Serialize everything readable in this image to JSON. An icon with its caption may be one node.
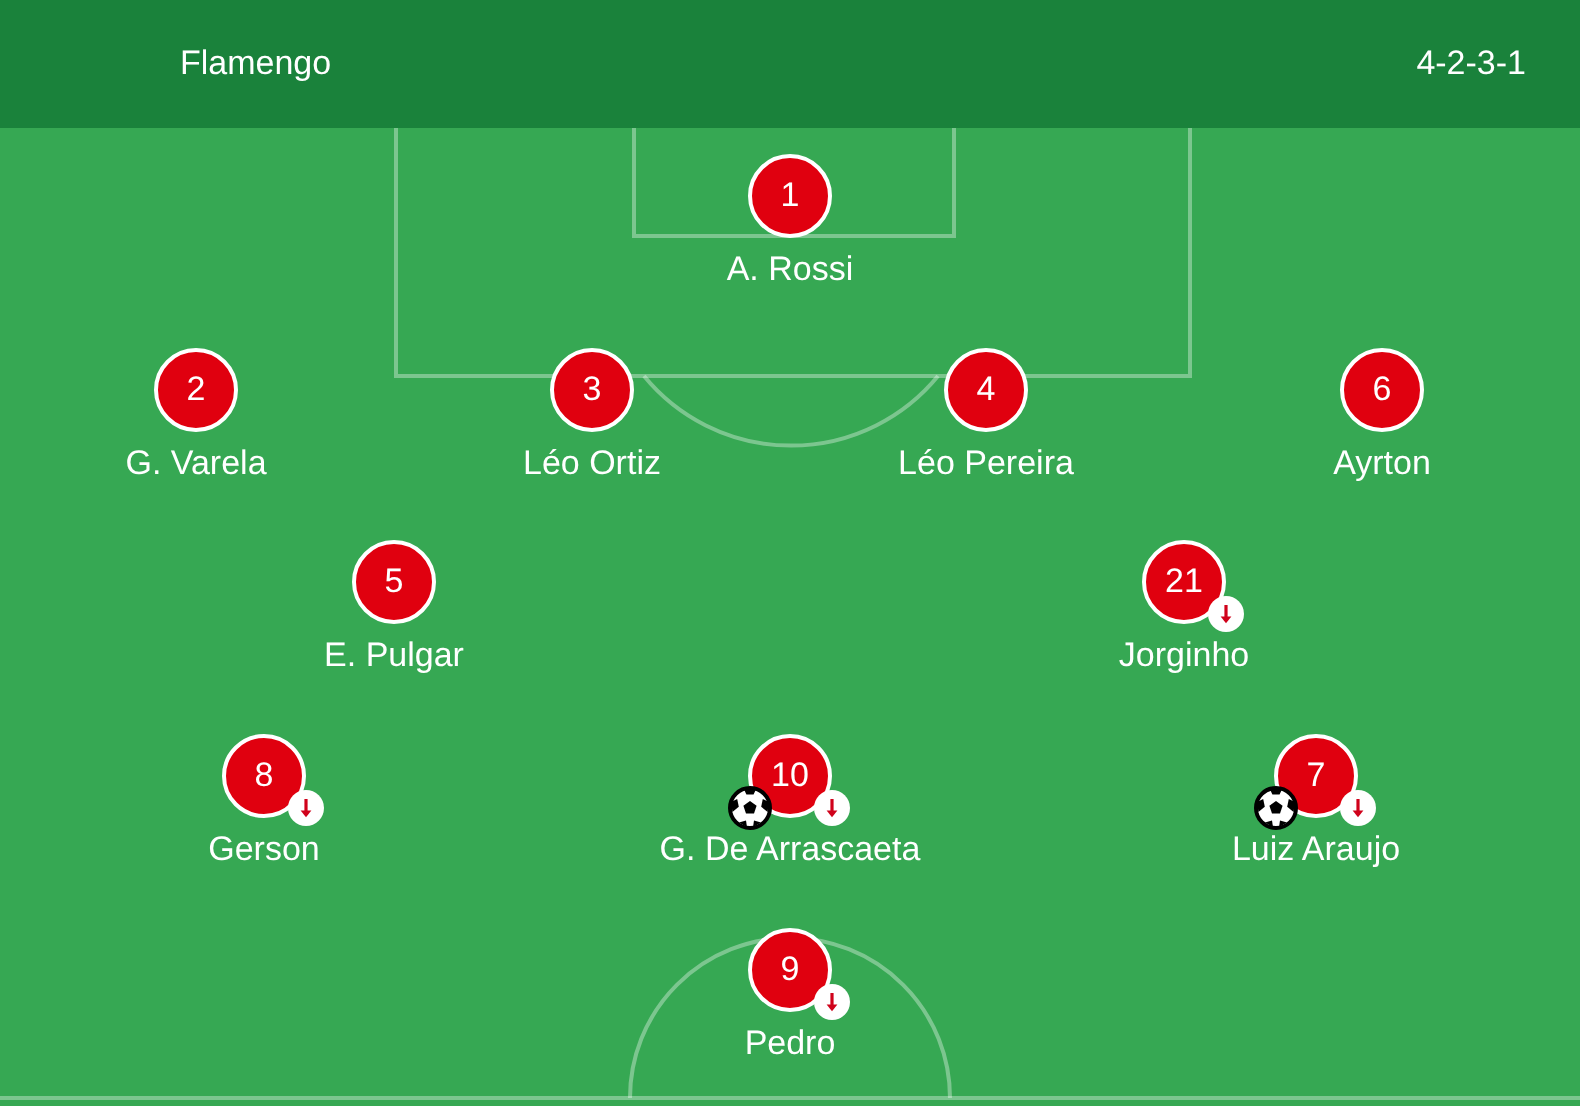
{
  "diagram": {
    "title": "Flamengo",
    "nodes": [
      {
        "text": [
          "1",
          "A. Rossi"
        ]
      },
      {
        "text": [
          "2",
          "G. Varela"
        ]
      },
      {
        "text": [
          "3",
          "Léo Ortiz"
        ]
      },
      {
        "text": [
          "4",
          "Léo Pereira"
        ]
      },
      {
        "text": [
          "6",
          "Ayrton"
        ]
      },
      {
        "text": [
          "5",
          "E. Pulgar"
        ]
      },
      {
        "text": [
          "21",
          "Jorginho"
        ]
      },
      {
        "text": [
          "8",
          "Gerson"
        ]
      },
      {
        "text": [
          "10",
          "G. De Arrascaeta"
        ]
      },
      {
        "text": [
          "7",
          "Luiz Araujo"
        ]
      },
      {
        "text": [
          "9",
          "Pedro"
        ]
      }
    ],
    "edges": [],
    "labels": [
      "4-2-3-1"
    ]
  }
}
